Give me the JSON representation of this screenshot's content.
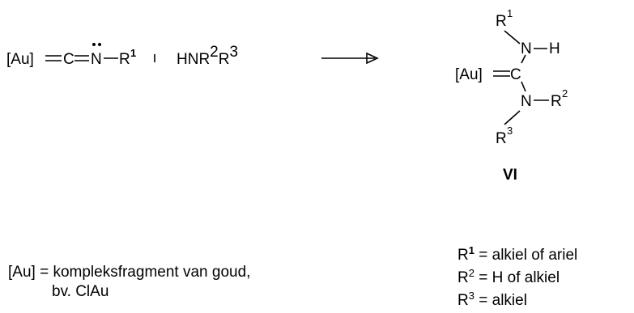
{
  "reactant": {
    "au_fragment": "[Au]",
    "carbon": "C",
    "nitrogen": "N",
    "r_symbol": "R",
    "r_index": "1"
  },
  "amine": {
    "text": "HNR",
    "sup_a": "2",
    "r_symbol": "R",
    "sup_b": "3"
  },
  "product": {
    "au_fragment": "[Au]",
    "carbon": "C",
    "n_top": "N",
    "h_top": "H",
    "r1": "R",
    "r1_index": "1",
    "n_bottom": "N",
    "r2": "R",
    "r2_index": "2",
    "r3": "R",
    "r3_index": "3",
    "compound_label": "VI"
  },
  "legend_left": {
    "line1": "[Au] = kompleksfragment van goud,",
    "line2": "bv. ClAu"
  },
  "legend_right": [
    {
      "symbol": "R",
      "index": "1",
      "text": " = alkiel of ariel"
    },
    {
      "symbol": "R",
      "index": "2",
      "text": " = H of alkiel"
    },
    {
      "symbol": "R",
      "index": "3",
      "text": " = alkiel"
    }
  ]
}
